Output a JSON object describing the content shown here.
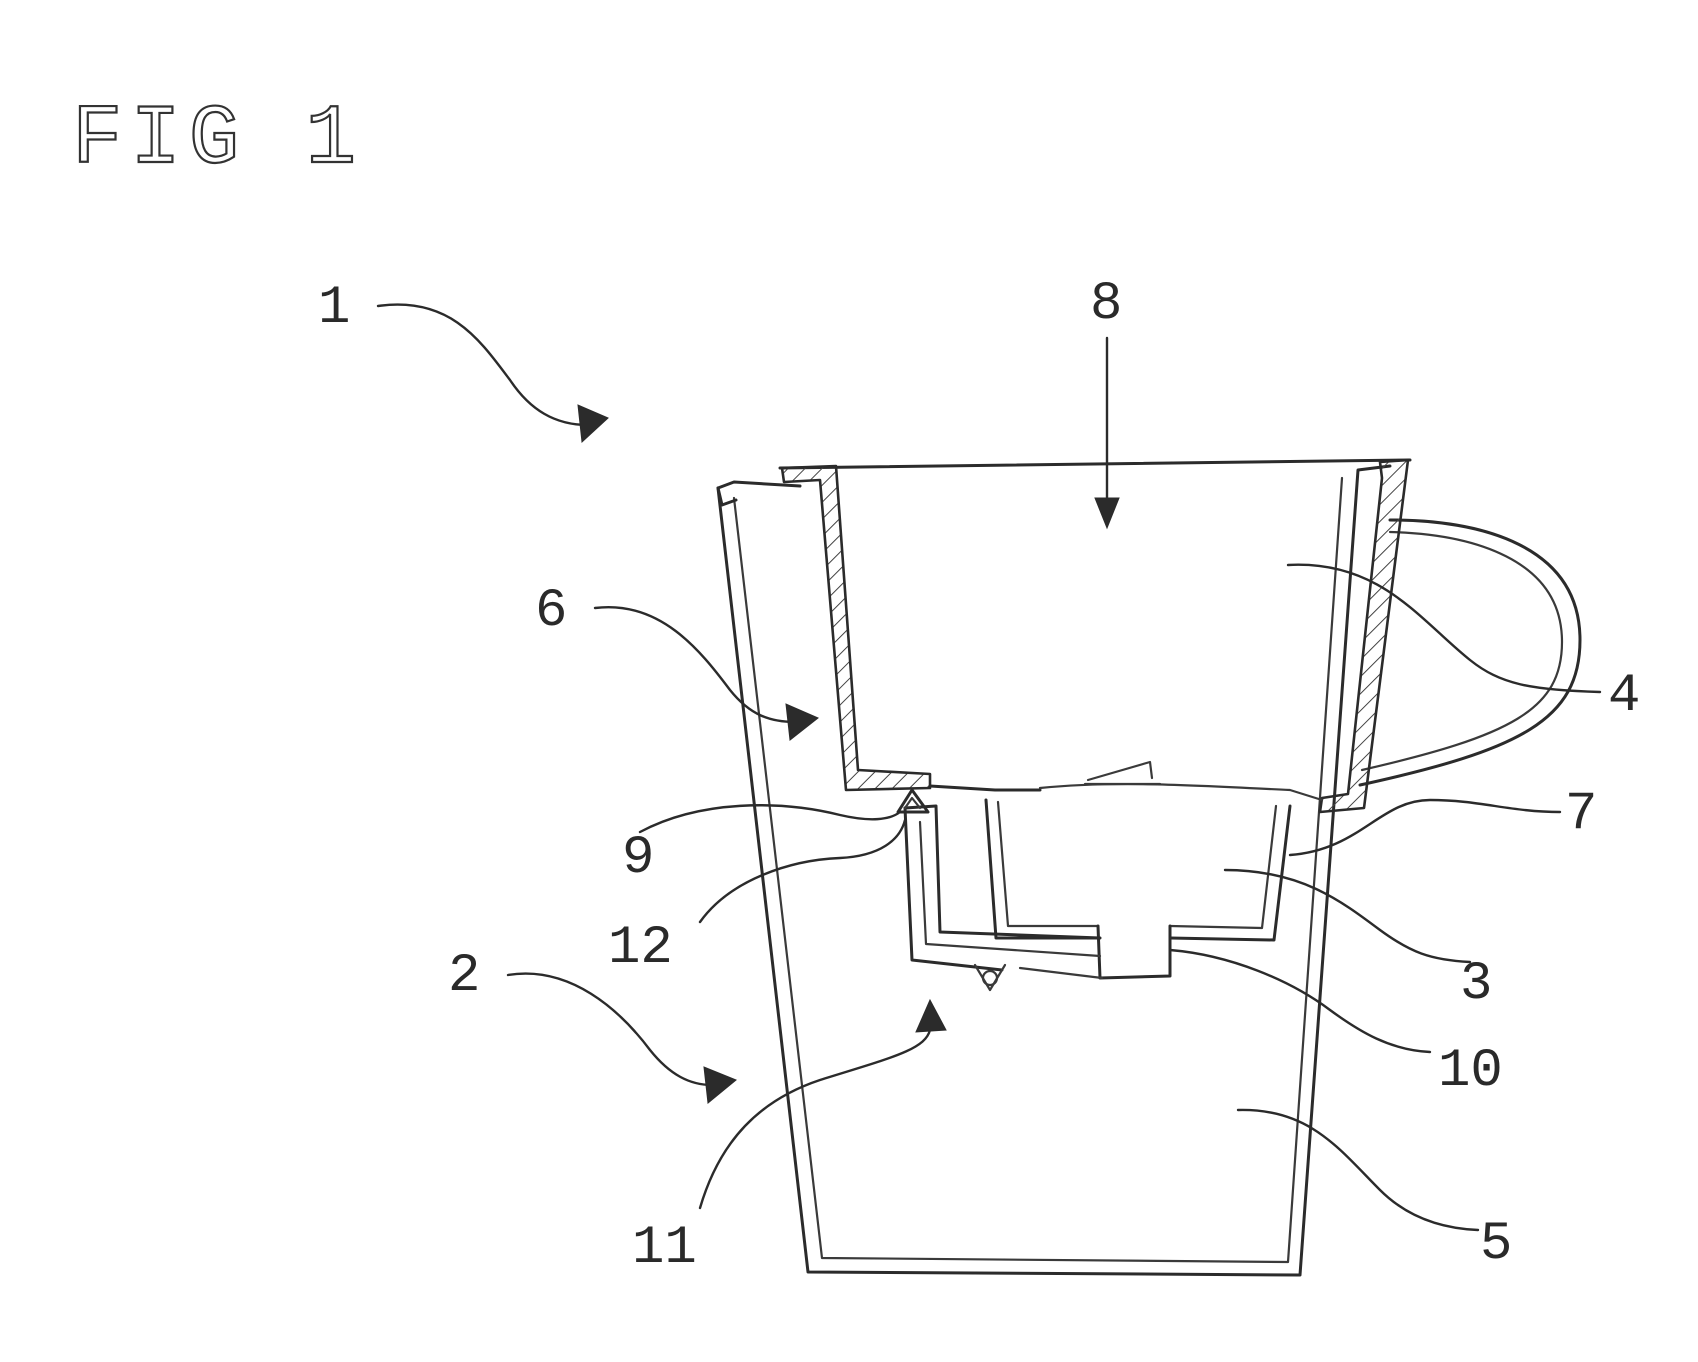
{
  "figure": {
    "title": "FIG 1"
  },
  "reference_numerals": {
    "device": "1",
    "lower_part": "2",
    "filter_cartridge": "3",
    "upper_chamber": "4",
    "lower_chamber": "5",
    "side_channel": "6",
    "annular_space": "7",
    "inflow": "8",
    "valve": "9",
    "outlet": "10",
    "bypass_duct": "11",
    "valve_seat": "12"
  }
}
